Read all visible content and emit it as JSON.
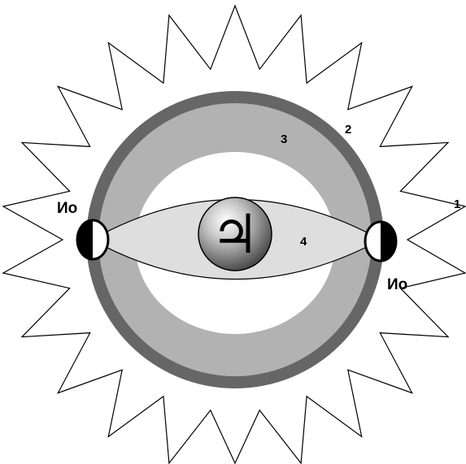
{
  "labels": {
    "io_left": "Ио",
    "io_right": "Ио",
    "n1": "1",
    "n2": "2",
    "n3": "3",
    "n4": "4"
  },
  "planet_symbol": "♃",
  "colors": {
    "outer_band": "#666666",
    "inner_band": "#b2b2b2",
    "torus": "#dedede",
    "background": "#ffffff",
    "outline": "#000000"
  }
}
